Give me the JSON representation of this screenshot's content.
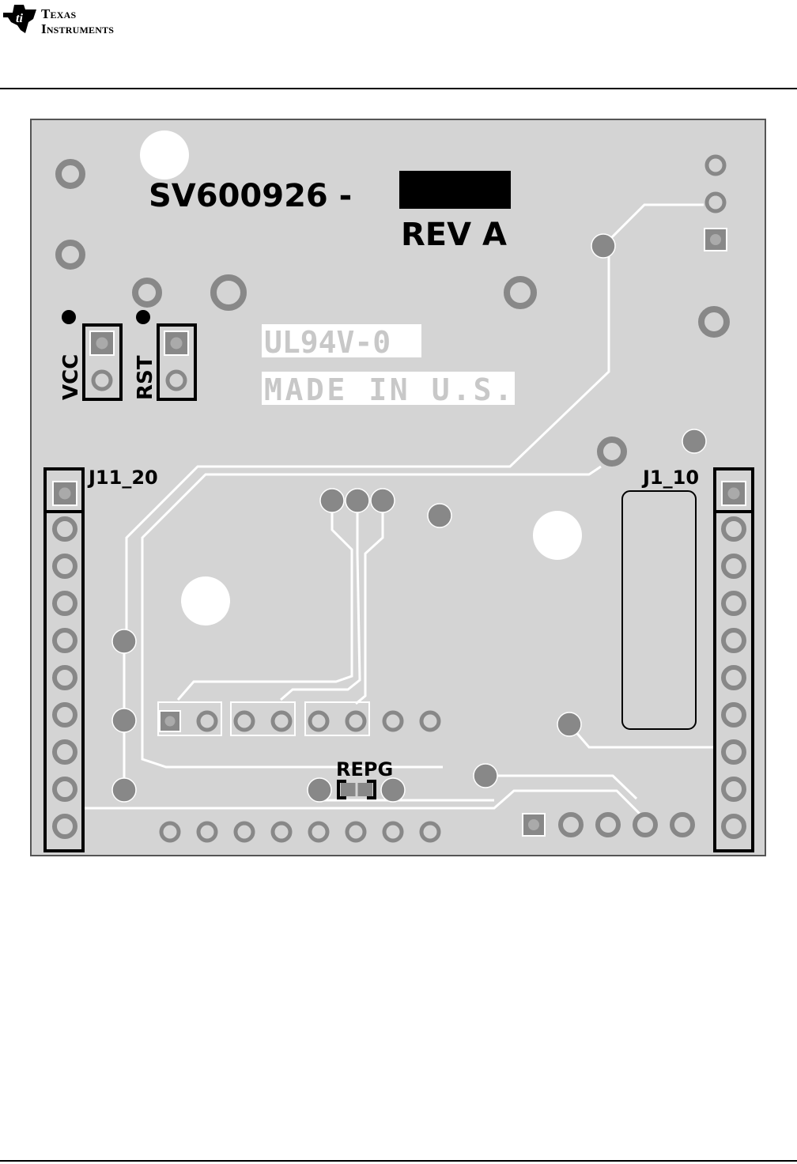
{
  "header": {
    "logo_line1": "Texas",
    "logo_line2": "Instruments"
  },
  "board": {
    "part_number": "SV600926 -",
    "revision": "REV A",
    "flammability": "UL94V-0",
    "origin": "MADE IN U.S.",
    "jumper_vcc": "VCC",
    "jumper_rst": "RST",
    "header_left": "J11_20",
    "header_right": "J1_10",
    "repg_label": "REPG"
  },
  "colors": {
    "board": "#d4d4d4",
    "pad": "#888888",
    "trace": "#ffffff",
    "silk": "#000000"
  }
}
